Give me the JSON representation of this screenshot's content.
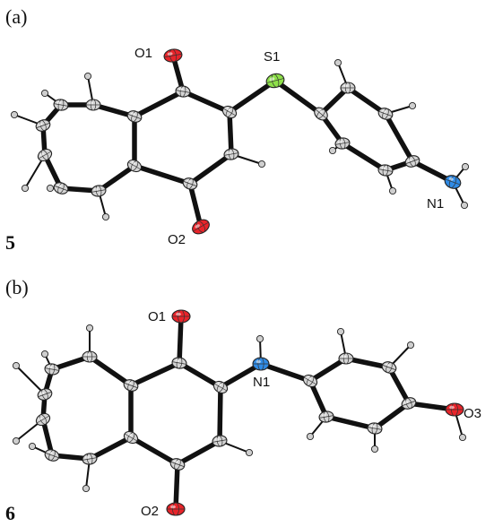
{
  "panels": [
    {
      "label": "(a)",
      "compound": "5",
      "atom_labels": {
        "O1": "O1",
        "S1": "S1",
        "O2": "O2",
        "N1": "N1"
      }
    },
    {
      "label": "(b)",
      "compound": "6",
      "atom_labels": {
        "O1": "O1",
        "N1": "N1",
        "O2": "O2",
        "O3": "O3"
      }
    }
  ],
  "colors": {
    "carbon": "#d4d4d4",
    "oxygen": "#e8242a",
    "sulfur": "#8ee04a",
    "nitrogen": "#2f8be6",
    "hydrogen": "#cfcfcf",
    "bond": "#111111"
  }
}
